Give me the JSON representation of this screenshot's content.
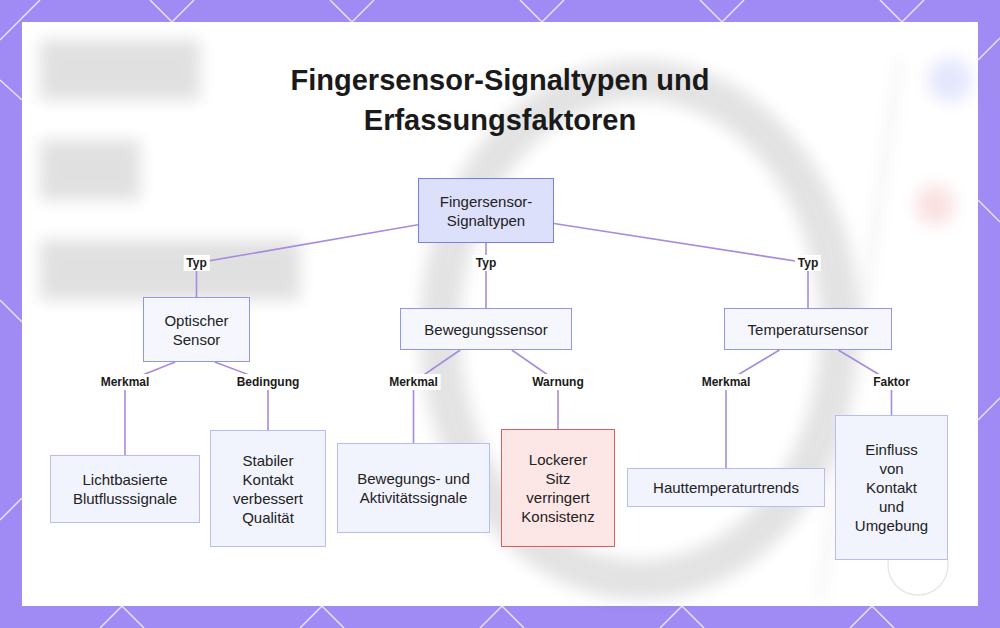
{
  "diagram": {
    "title": "Fingersensor-Signaltypen und Erfassungsfaktoren",
    "nodes": [
      {
        "text": [
          "Fingersensor-Signaltypen"
        ]
      },
      {
        "text": [
          "Optischer Sensor"
        ]
      },
      {
        "text": [
          "Bewegungssensor"
        ]
      },
      {
        "text": [
          "Temperatursensor"
        ]
      },
      {
        "text": [
          "Lichtbasierte Blutflusssignale"
        ]
      },
      {
        "text": [
          "Stabiler Kontakt verbessert Qualität"
        ]
      },
      {
        "text": [
          "Bewegungs- und Aktivitätssignale"
        ]
      },
      {
        "text": [
          "Lockerer Sitz verringert Konsistenz"
        ]
      },
      {
        "text": [
          "Hauttemperaturtrends"
        ]
      },
      {
        "text": [
          "Einfluss von Kontakt und Umgebung"
        ]
      }
    ],
    "edges": [
      {
        "from": 0,
        "to": 1,
        "label": "Typ",
        "arrow": "none"
      },
      {
        "from": 0,
        "to": 2,
        "label": "Typ",
        "arrow": "none"
      },
      {
        "from": 0,
        "to": 3,
        "label": "Typ",
        "arrow": "none"
      },
      {
        "from": 1,
        "to": 4,
        "label": "Merkmal",
        "arrow": "none"
      },
      {
        "from": 1,
        "to": 5,
        "label": "Bedingung",
        "arrow": "none"
      },
      {
        "from": 2,
        "to": 6,
        "label": "Merkmal",
        "arrow": "none"
      },
      {
        "from": 2,
        "to": 7,
        "label": "Warnung",
        "arrow": "none"
      },
      {
        "from": 3,
        "to": 8,
        "label": "Merkmal",
        "arrow": "none"
      },
      {
        "from": 3,
        "to": 9,
        "label": "Faktor",
        "arrow": "none"
      }
    ]
  }
}
